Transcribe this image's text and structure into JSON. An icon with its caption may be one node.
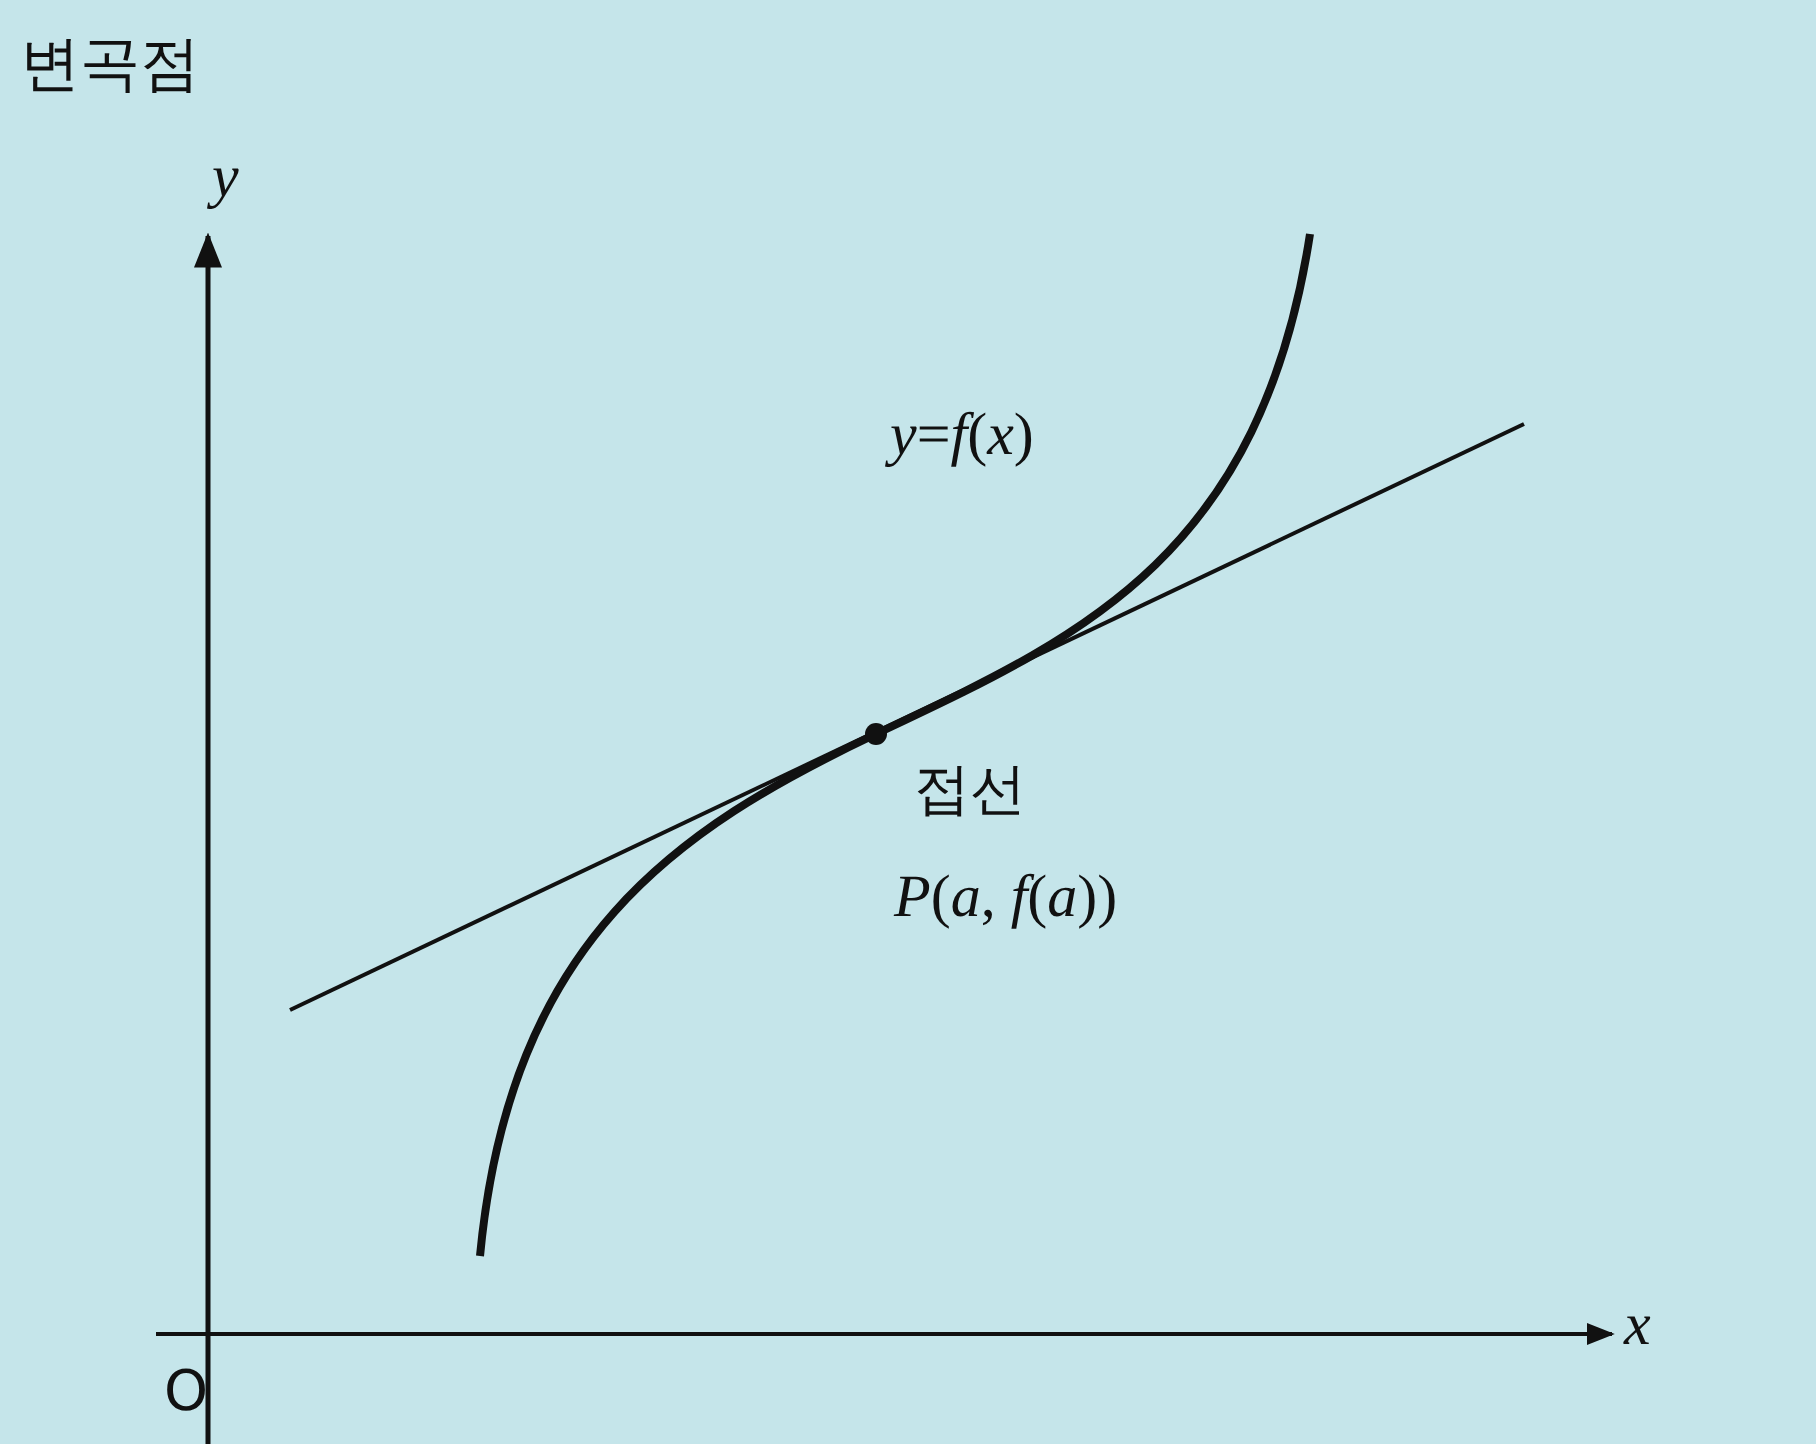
{
  "diagram": {
    "title": "변곡점",
    "labels": [
      "y",
      "*y*=*f*(*x*)",
      "접선",
      "*P*(*a*, *f*(*a*))",
      "x",
      "O"
    ]
  }
}
